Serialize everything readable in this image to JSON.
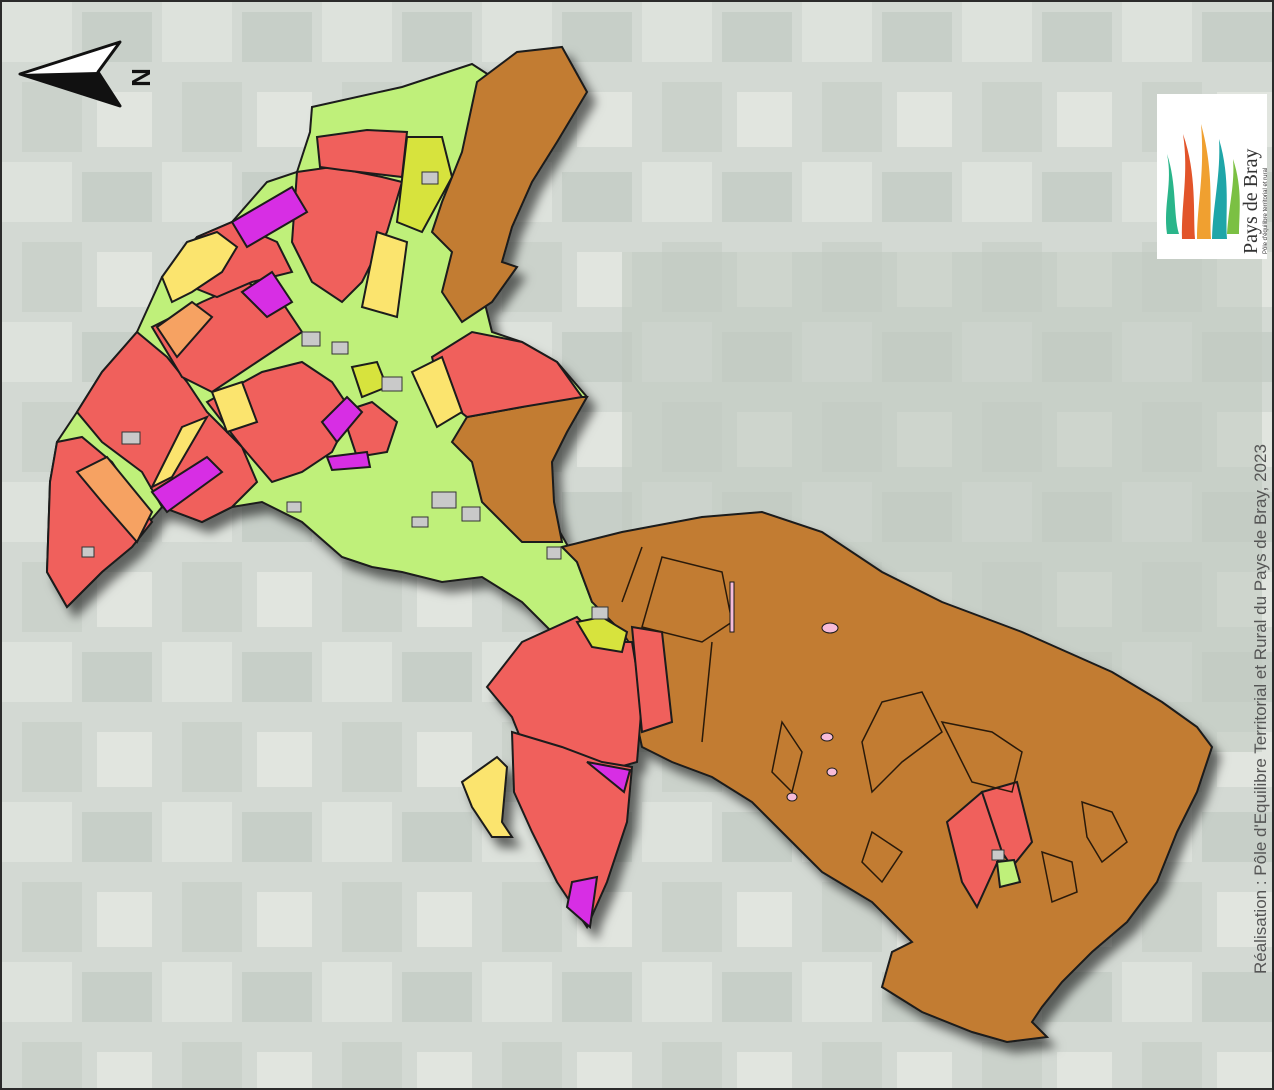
{
  "map": {
    "north_label": "N",
    "credit": "Réalisation : Pôle d'Equilibre Territorial et Rural du Pays de Bray, 2023",
    "logo": {
      "name": "Pays de Bray",
      "tagline": "Pôle d'équilibre territorial et rural"
    },
    "colors": {
      "forest": "#c27b32",
      "crop": "#f0605c",
      "grassland": "#bff07a",
      "yellow": "#fbe46e",
      "olive": "#d7e33e",
      "magenta": "#d72de4",
      "orange": "#f6a262",
      "pink": "#f7bcd9",
      "built": "#c9c9c9",
      "background": "#d0d6d0"
    }
  }
}
